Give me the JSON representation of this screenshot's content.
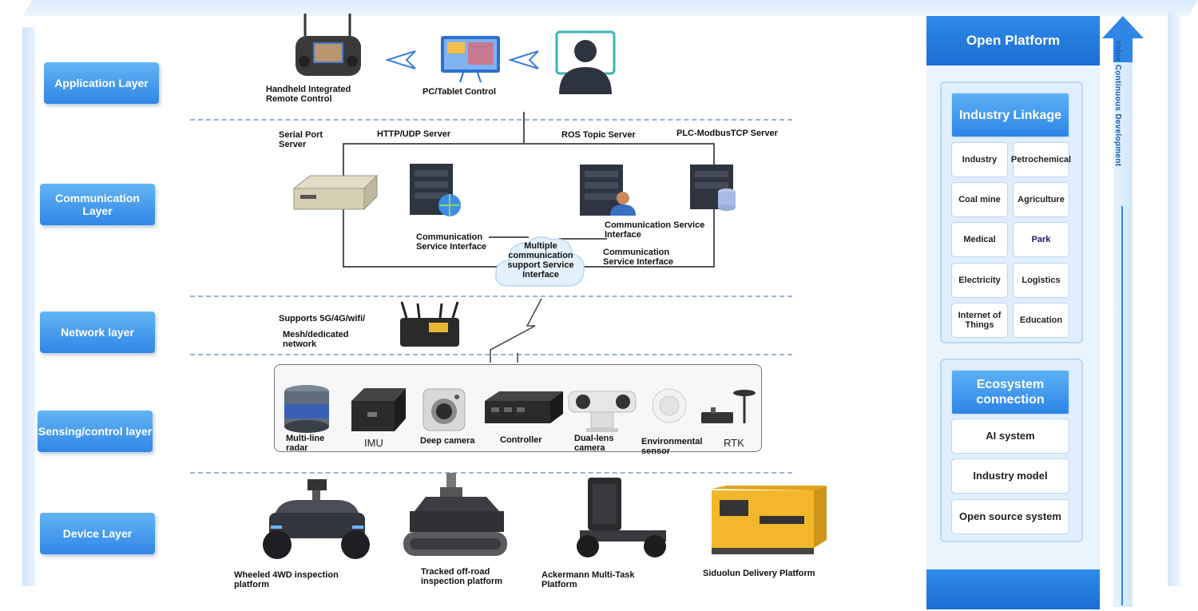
{
  "layers": {
    "application": "Application Layer",
    "communication": "Communication Layer",
    "network": "Network layer",
    "sensing": "Sensing/control layer",
    "device": "Device Layer"
  },
  "application": {
    "remote": "Handheld Integrated Remote Control",
    "pc": "PC/Tablet Control"
  },
  "communication": {
    "serial": "Serial Port Server",
    "http": "HTTP/UDP Server",
    "ros": "ROS Topic Server",
    "plc": "PLC-ModbusTCP Server",
    "iface_left": "Communication Service Interface",
    "iface_right_top": "Communication Service Interface",
    "iface_right_bottom": "Communication Service Interface",
    "cloud": "Multiple communication support Service Interface"
  },
  "network": {
    "supports": "Supports 5G/4G/wifi/",
    "mesh": "Mesh/dedicated network"
  },
  "sensing": {
    "items": [
      "Multi-line radar",
      "IMU",
      "Deep camera",
      "Controller",
      "Dual-lens camera",
      "Environmental sensor",
      "RTK"
    ]
  },
  "device": {
    "items": [
      "Wheeled 4WD inspection platform",
      "Tracked off-road inspection platform",
      "Ackermann Multi-Task Platform",
      "Siduolun Delivery Platform"
    ]
  },
  "open_platform": {
    "title": "Open Platform",
    "industry_heading": "Industry Linkage",
    "industries": [
      "Industry",
      "Petrochemical",
      "Coal mine",
      "Agriculture",
      "Medical",
      "Park",
      "Electricity",
      "Logistics",
      "Internet of Things",
      "Education"
    ],
    "ecosystem_heading": "Ecosystem connection",
    "ecosystem": [
      "AI system",
      "Industry model",
      "Open source system"
    ]
  },
  "side_arrow": "Value Continuous Development",
  "colors": {
    "accent": "#2f86e6",
    "panel": "#eaf4fd",
    "dash": "#9bb4d6"
  }
}
